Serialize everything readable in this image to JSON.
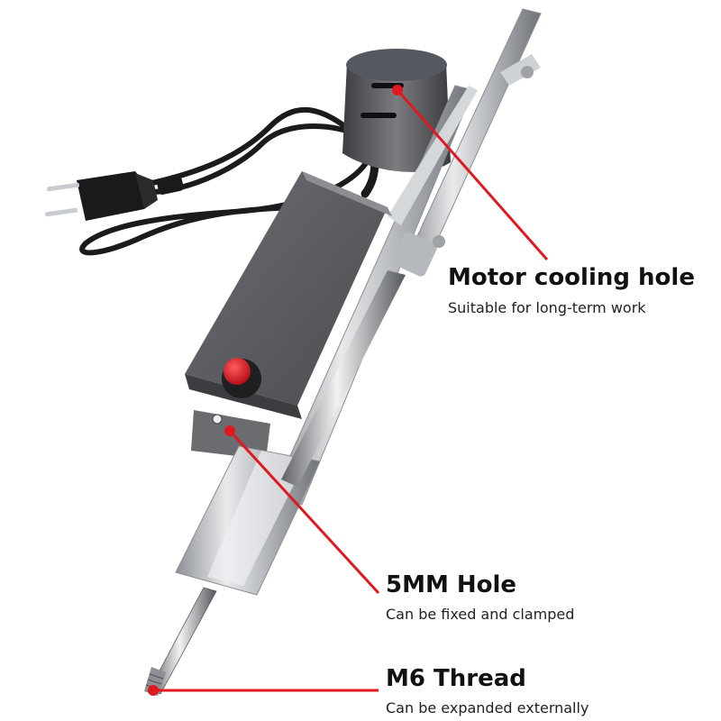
{
  "callouts": {
    "cooling": {
      "title": "Motor cooling hole",
      "subtitle": "Suitable for long-term work"
    },
    "hole": {
      "title": "5MM Hole",
      "subtitle": "Can be fixed and clamped"
    },
    "thread": {
      "title": "M6 Thread",
      "subtitle": "Can be expanded externally"
    }
  },
  "colors": {
    "leader_line": "#e0181f",
    "housing_gray": "#5d5f63",
    "knob_red": "#d8141c",
    "metal": "#c9ccd0"
  }
}
